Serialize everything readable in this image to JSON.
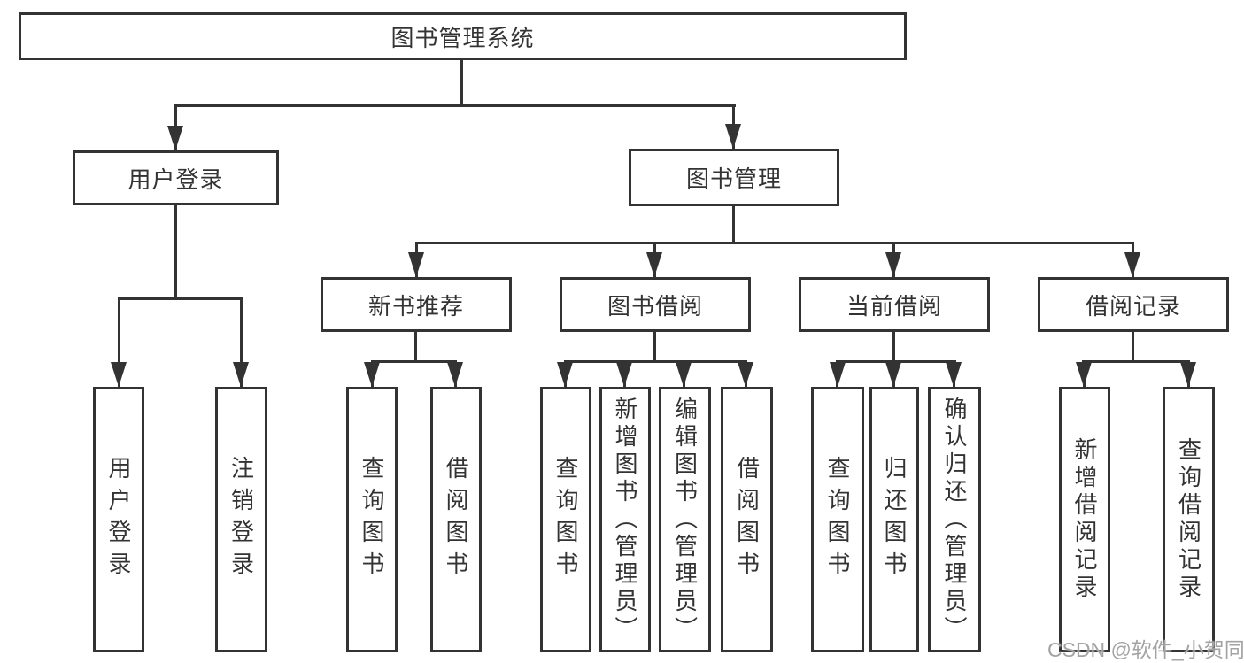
{
  "diagram": {
    "type": "hierarchy-tree",
    "colors": {
      "line": "#333333",
      "text": "#333333",
      "background": "#ffffff",
      "watermark": "#a3a3a3"
    },
    "watermark": "CSDN @软件_小贺同学",
    "root": {
      "label": "图书管理系统",
      "children": [
        {
          "label": "用户登录",
          "children": [
            {
              "label": "用户登录"
            },
            {
              "label": "注销登录"
            }
          ]
        },
        {
          "label": "图书管理",
          "children": [
            {
              "label": "新书推荐",
              "children": [
                {
                  "label": "查询图书"
                },
                {
                  "label": "借阅图书"
                }
              ]
            },
            {
              "label": "图书借阅",
              "children": [
                {
                  "label": "查询图书"
                },
                {
                  "label": "新增图书（管理员）"
                },
                {
                  "label": "编辑图书（管理员）"
                },
                {
                  "label": "借阅图书"
                }
              ]
            },
            {
              "label": "当前借阅",
              "children": [
                {
                  "label": "查询图书"
                },
                {
                  "label": "归还图书"
                },
                {
                  "label": "确认归还（管理员）"
                }
              ]
            },
            {
              "label": "借阅记录",
              "children": [
                {
                  "label": "新增借阅记录"
                },
                {
                  "label": "查询借阅记录"
                }
              ]
            }
          ]
        }
      ]
    }
  }
}
